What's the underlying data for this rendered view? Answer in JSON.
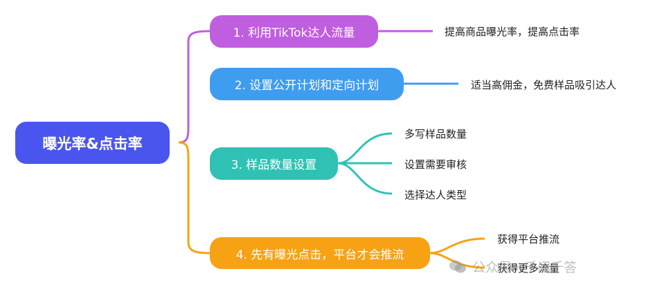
{
  "root": {
    "label": "曝光率&点击率"
  },
  "branches": [
    {
      "label": "1. 利用TikTok达人流量",
      "color": "#c05ee0",
      "leaves": [
        "提高商品曝光率，提高点击率"
      ]
    },
    {
      "label": "2. 设置公开计划和定向计划",
      "color": "#3f9df0",
      "leaves": [
        "适当高佣金，免费样品吸引达人"
      ]
    },
    {
      "label": "3. 样品数量设置",
      "color": "#2fc2b4",
      "leaves": [
        "多写样品数量",
        "设置需要审核",
        "选择达人类型"
      ]
    },
    {
      "label": "4. 先有曝光点击，平台才会推流",
      "color": "#f7a215",
      "leaves": [
        "获得平台推流",
        "获得更多流量"
      ]
    }
  ],
  "watermark": {
    "text": "公众号 · 千问千答",
    "icon": "wechat-icon"
  }
}
